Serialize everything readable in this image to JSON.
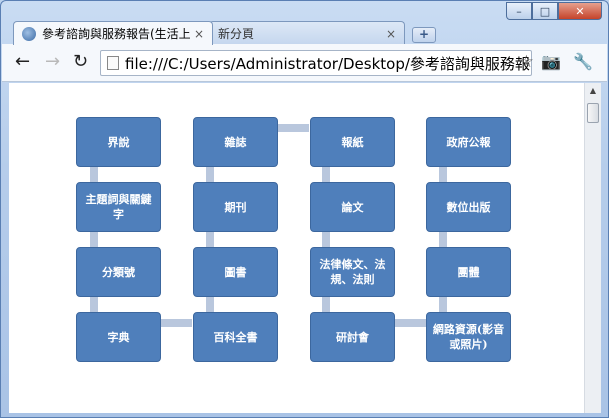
{
  "window": {
    "minimize": "–",
    "maximize": "□",
    "close": "✕"
  },
  "tabs": [
    {
      "label": "參考諮詢與服務報告(生活上",
      "close": "×"
    },
    {
      "label": "新分頁",
      "close": "×"
    }
  ],
  "new_tab": "+",
  "toolbar": {
    "back": "←",
    "forward": "→",
    "reload": "↻",
    "url": "file:///C:/Users/Administrator/Desktop/參考諮詢與服務報",
    "star": "☆",
    "camera": "📷",
    "wrench": "🔧"
  },
  "scrollbar": {
    "up": "▲"
  },
  "diagram": {
    "columns": [
      [
        "界說",
        "主題詞與關鍵字",
        "分類號",
        "字典"
      ],
      [
        "雜誌",
        "期刊",
        "圖書",
        "百科全書"
      ],
      [
        "報紙",
        "論文",
        "法律條文、法規、法則",
        "研討會"
      ],
      [
        "政府公報",
        "數位出版",
        "團體",
        "網路資源(影音或照片)"
      ]
    ]
  },
  "colors": {
    "node_fill": "#4f7fbb",
    "connector": "#b9c7dd"
  }
}
